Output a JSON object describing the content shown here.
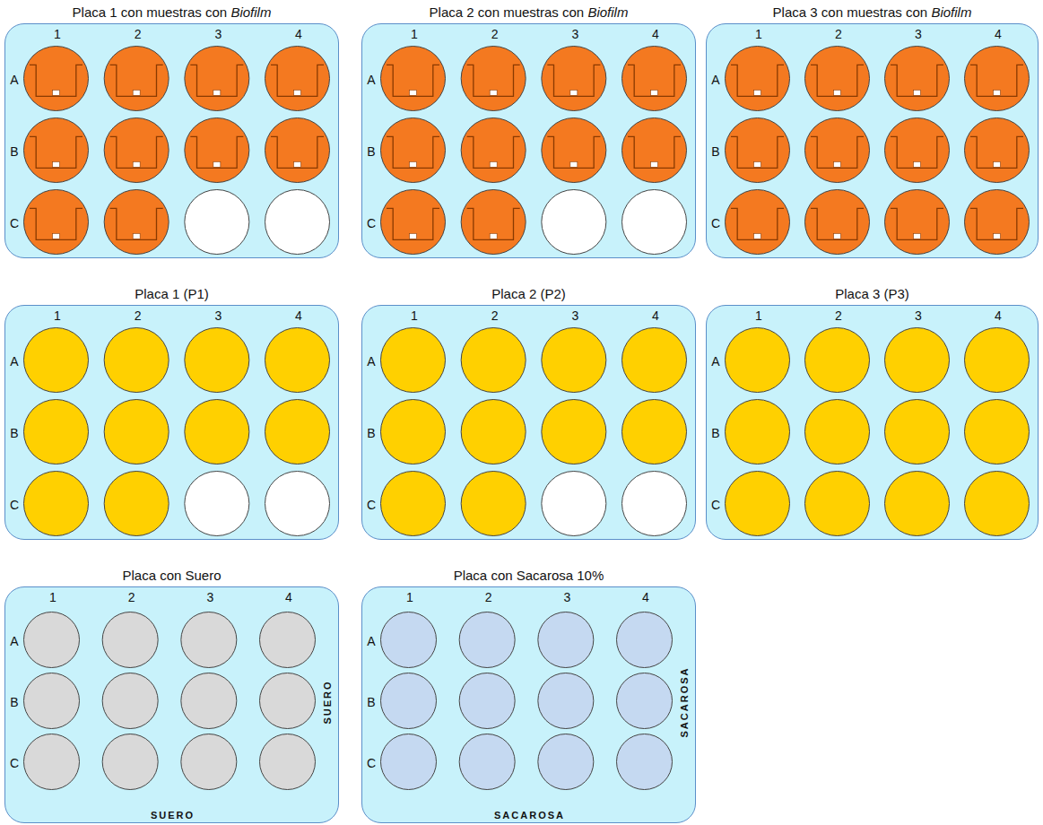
{
  "diagram": {
    "nodes": [
      {
        "text": [
          "Placa 1 con muestras con Biofilm",
          "1",
          "2",
          "3",
          "4",
          "A",
          "B",
          "C"
        ]
      },
      {
        "text": [
          "Placa 2 con muestras con Biofilm",
          "1",
          "2",
          "3",
          "4",
          "A",
          "B",
          "C"
        ]
      },
      {
        "text": [
          "Placa 3 con muestras con Biofilm",
          "1",
          "2",
          "3",
          "4",
          "A",
          "B",
          "C"
        ]
      },
      {
        "text": [
          "Placa 1 (P1)",
          "1",
          "2",
          "3",
          "4",
          "A",
          "B",
          "C"
        ]
      },
      {
        "text": [
          "Placa 2 (P2)",
          "1",
          "2",
          "3",
          "4",
          "A",
          "B",
          "C"
        ]
      },
      {
        "text": [
          "Placa 3 (P3)",
          "1",
          "2",
          "3",
          "4",
          "A",
          "B",
          "C"
        ]
      },
      {
        "text": [
          "Placa con Suero",
          "1",
          "2",
          "3",
          "4",
          "A",
          "B",
          "C",
          "SUERO",
          "SUERO"
        ]
      },
      {
        "text": [
          "Placa con Sacarosa 10%",
          "1",
          "2",
          "3",
          "4",
          "A",
          "B",
          "C",
          "SACAROSA",
          "SACAROSA"
        ]
      }
    ]
  }
}
